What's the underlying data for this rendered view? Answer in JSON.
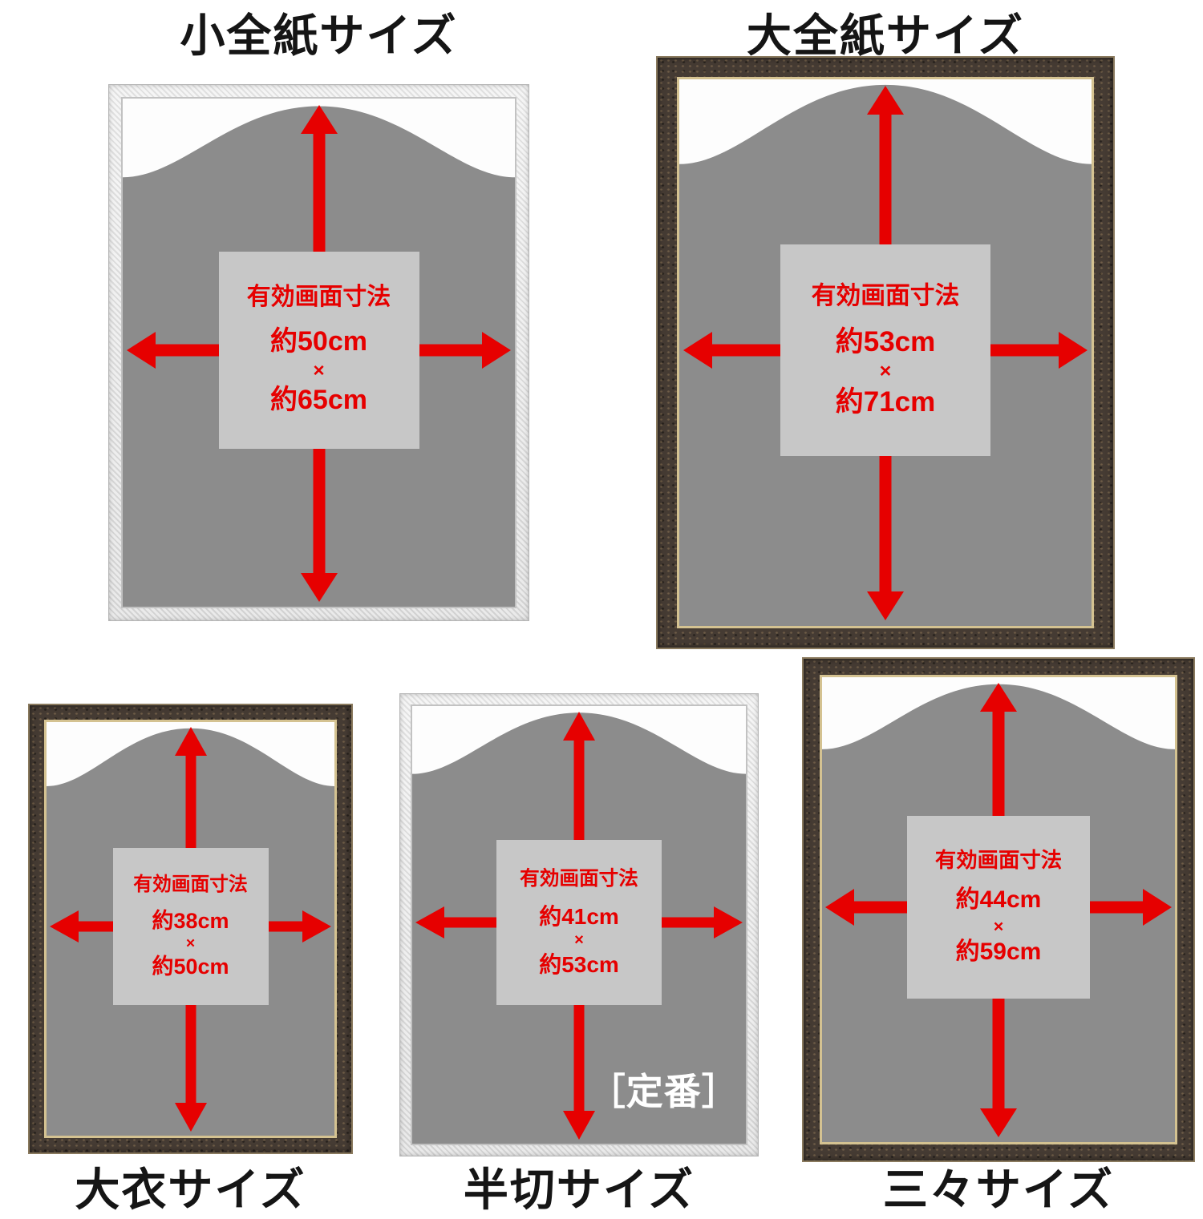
{
  "colors": {
    "arrow_and_text_red": "#e60000",
    "silhouette_gray": "#8c8c8c",
    "label_box_gray": "#c7c7c7",
    "light_frame": "#e6e6e6",
    "dark_frame": "#453b33",
    "gold_inner_edge": "#d4c291"
  },
  "frames": [
    {
      "id": "shozenshi",
      "title": "小全紙サイズ",
      "label_title": "有効画面寸法",
      "width_text": "約50cm",
      "times": "×",
      "height_text": "約65cm",
      "frame_style": "light"
    },
    {
      "id": "daizenshi",
      "title": "大全紙サイズ",
      "label_title": "有効画面寸法",
      "width_text": "約53cm",
      "times": "×",
      "height_text": "約71cm",
      "frame_style": "dark"
    },
    {
      "id": "taii",
      "title": "大衣サイズ",
      "label_title": "有効画面寸法",
      "width_text": "約38cm",
      "times": "×",
      "height_text": "約50cm",
      "frame_style": "dark"
    },
    {
      "id": "hansetsu",
      "title": "半切サイズ",
      "label_title": "有効画面寸法",
      "width_text": "約41cm",
      "times": "×",
      "height_text": "約53cm",
      "frame_style": "light",
      "badge": "［定番］"
    },
    {
      "id": "sansan",
      "title": "三々サイズ",
      "label_title": "有効画面寸法",
      "width_text": "約44cm",
      "times": "×",
      "height_text": "約59cm",
      "frame_style": "dark"
    }
  ]
}
